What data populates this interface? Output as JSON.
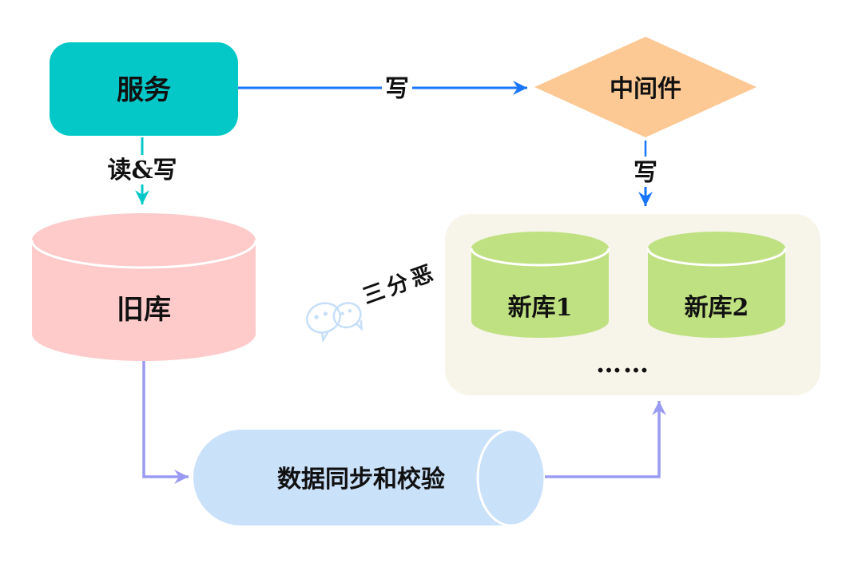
{
  "diagram": {
    "nodes": {
      "service": {
        "label": "服务"
      },
      "middleware": {
        "label": "中间件"
      },
      "old_db": {
        "label": "旧库"
      },
      "new_db_1": {
        "label": "新库1"
      },
      "new_db_2": {
        "label": "新库2"
      },
      "new_db_group_ellipsis": "……",
      "sync": {
        "label": "数据同步和校验"
      }
    },
    "edges": {
      "service_to_middleware": {
        "label": "写"
      },
      "service_to_old_db": {
        "label": "读&写"
      },
      "middleware_to_new_dbs": {
        "label": "写"
      }
    },
    "watermark": {
      "text": "三分恶"
    },
    "colors": {
      "service_fill": "#04C7C7",
      "middleware_fill": "#FCC893",
      "old_db_fill": "#FECACA",
      "new_db_fill": "#BFE181",
      "group_fill": "#F7F4EA",
      "sync_fill": "#CAE1FA",
      "arrow_blue": "#1875FF",
      "arrow_teal": "#04C7C7",
      "arrow_purple": "#9A9AF2",
      "watermark": "#C6DFF8"
    }
  }
}
